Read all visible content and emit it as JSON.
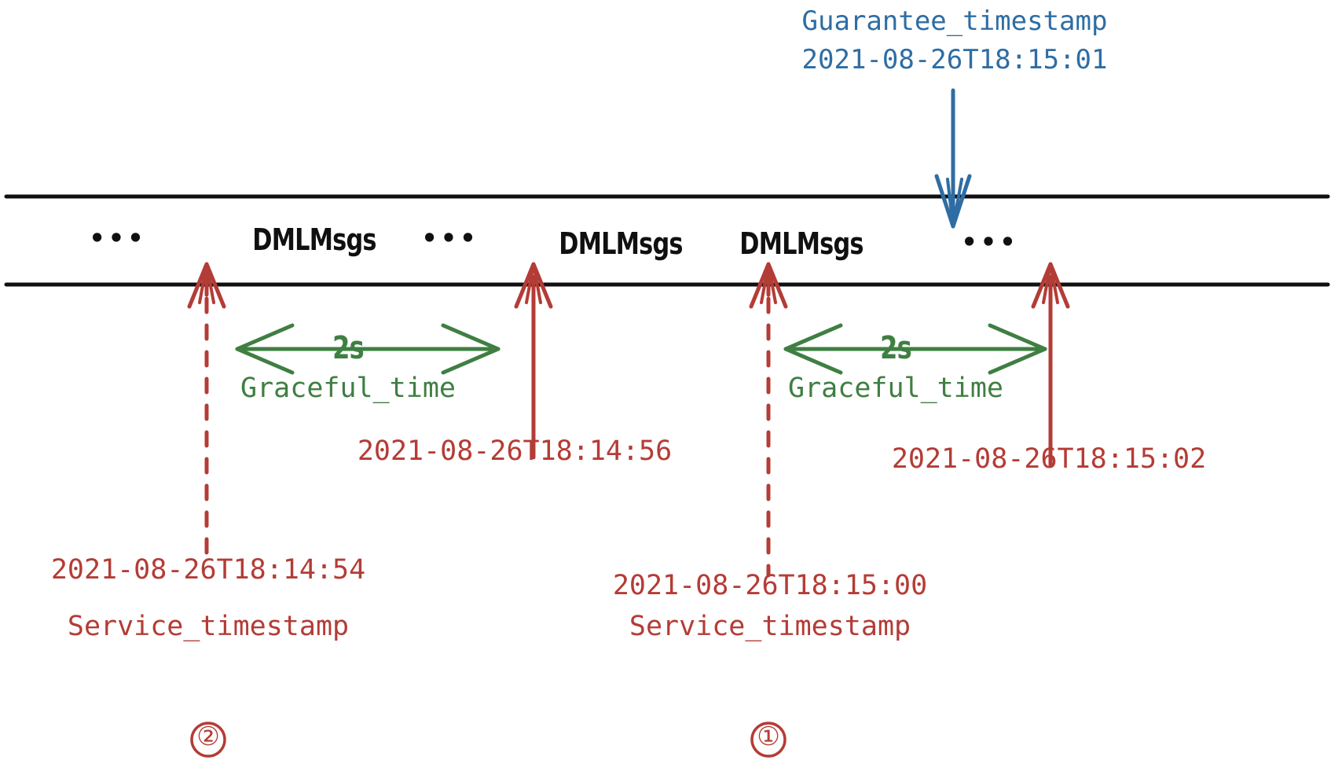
{
  "diagram": {
    "type": "timeline-annotation",
    "title_text": "Guarantee_timestamp",
    "colors": {
      "guarantee": "#2e6da4",
      "service": "#b43c36",
      "graceful": "#3f7f42",
      "stream_line": "#101010",
      "background": "#ffffff"
    },
    "guarantee": {
      "label": "Guarantee_timestamp",
      "value": "2021-08-26T18:15:01",
      "arrow": "down-arrow-blue"
    },
    "stream": {
      "ellipsis_left": "•••",
      "msg_1": "DMLMsgs",
      "ellipsis_mid": "•••",
      "msg_2": "DMLMsgs",
      "msg_3": "DMLMsgs",
      "ellipsis_right": "•••"
    },
    "graceful": [
      {
        "duration": "2s",
        "label": "Graceful_time"
      },
      {
        "duration": "2s",
        "label": "Graceful_time"
      }
    ],
    "markers": [
      {
        "id": "marker-left-service",
        "kind": "service-timestamp",
        "value": "2021-08-26T18:14:54",
        "label": "Service_timestamp",
        "index": "②",
        "line_style": "dashed"
      },
      {
        "id": "marker-left-end",
        "kind": "boundary-timestamp",
        "value": "2021-08-26T18:14:56",
        "label": "",
        "index": "",
        "line_style": "solid"
      },
      {
        "id": "marker-right-service",
        "kind": "service-timestamp",
        "value": "2021-08-26T18:15:00",
        "label": "Service_timestamp",
        "index": "①",
        "line_style": "dashed"
      },
      {
        "id": "marker-right-end",
        "kind": "boundary-timestamp",
        "value": "2021-08-26T18:15:02",
        "label": "",
        "index": "",
        "line_style": "solid"
      }
    ]
  }
}
